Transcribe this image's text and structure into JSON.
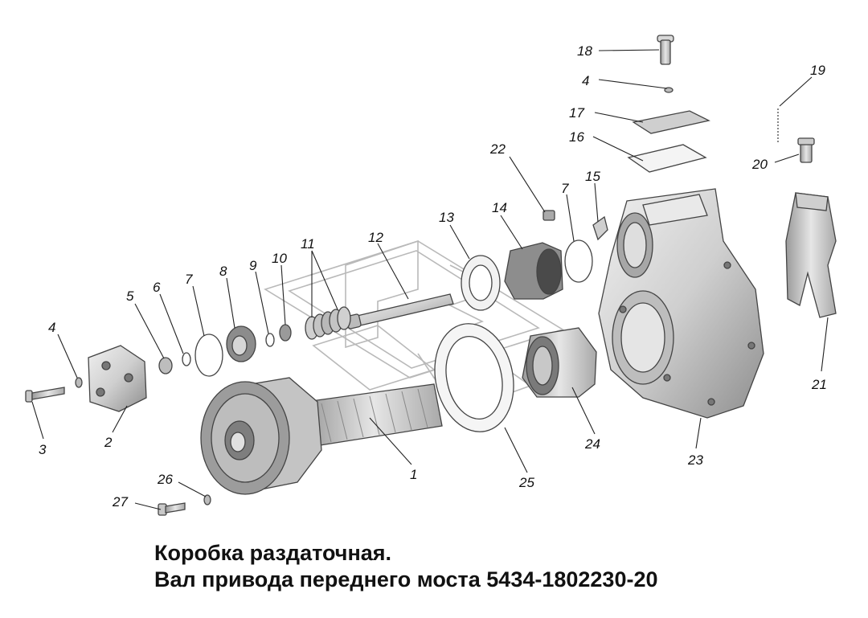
{
  "caption": {
    "line1": "Коробка раздаточная.",
    "line2": "Вал привода переднего моста 5434-1802230-20"
  },
  "callouts": [
    "1",
    "2",
    "3",
    "4",
    "4",
    "5",
    "6",
    "7",
    "7",
    "8",
    "9",
    "10",
    "11",
    "12",
    "13",
    "14",
    "15",
    "16",
    "17",
    "18",
    "19",
    "20",
    "21",
    "22",
    "23",
    "24",
    "25",
    "26",
    "27"
  ],
  "colors": {
    "part_fill": "#dcdcdc",
    "part_shade": "#9a9a9a",
    "watermark": "#b9b9b9",
    "text": "#111111"
  }
}
